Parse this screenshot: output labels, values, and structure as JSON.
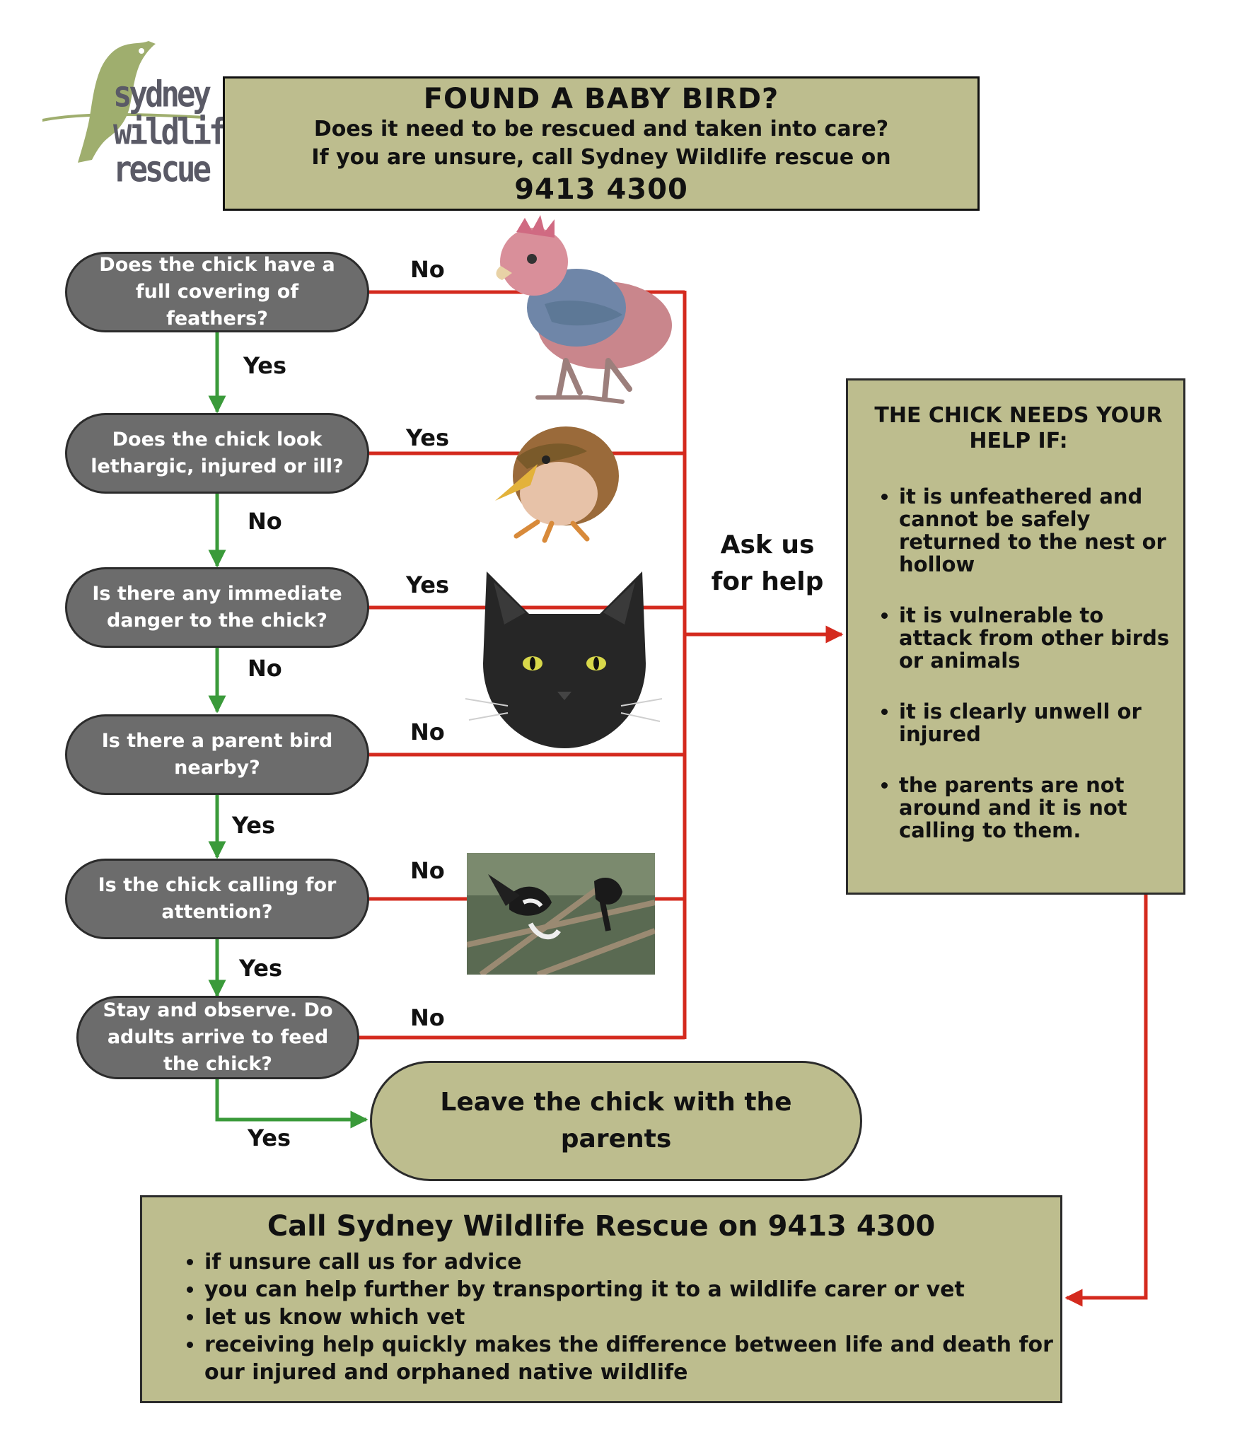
{
  "logo": {
    "text_line1": "sydney",
    "text_line2": "wildlife",
    "text_line3": "rescue",
    "bird_color": "#9fae6e"
  },
  "header": {
    "title": "FOUND A BABY BIRD?",
    "subtitle_line1": "Does it need to be rescued and taken into care?",
    "subtitle_line2": "If you are unsure, call Sydney Wildlife rescue on",
    "phone": "9413 4300"
  },
  "questions": [
    {
      "text": "Does the chick have a full covering of feathers?",
      "down_label": "Yes",
      "side_label": "No"
    },
    {
      "text": "Does the chick look lethargic, injured or ill?",
      "down_label": "No",
      "side_label": "Yes"
    },
    {
      "text": "Is there any immediate danger to the chick?",
      "down_label": "No",
      "side_label": "Yes"
    },
    {
      "text": "Is there a parent bird nearby?",
      "down_label": "Yes",
      "side_label": "No"
    },
    {
      "text": "Is the chick  calling for attention?",
      "down_label": "Yes",
      "side_label": "No"
    },
    {
      "text": "Stay and observe. Do adults arrive to feed the chick?",
      "down_label": "Yes",
      "side_label": "No"
    }
  ],
  "ask_label_line1": "Ask us",
  "ask_label_line2": "for help",
  "help_box": {
    "title_line1": "THE CHICK NEEDS YOUR",
    "title_line2": "HELP IF:",
    "items": [
      "it is unfeathered and cannot be safely returned to the nest or hollow",
      "it is vulnerable to attack from other birds or animals",
      "it is clearly unwell or injured",
      "the parents are not around and it is not calling to them."
    ]
  },
  "leave_box": {
    "text": "Leave the chick with the parents"
  },
  "call_box": {
    "title": "Call Sydney Wildlife Rescue on 9413 4300",
    "items": [
      "if unsure call us for advice",
      "you can help further by transporting it to a wildlife carer or vet",
      "let us know which vet",
      "receiving help quickly makes the difference between life and death for our injured and orphaned native wildlife"
    ]
  },
  "colors": {
    "no_path": "#d42a1e",
    "yes_path": "#3a9a3a",
    "question_fill": "#6c6c6c",
    "box_fill": "#bdbd8e"
  },
  "images": [
    "unfeathered-chick-photo",
    "fledgling-chick-photo",
    "black-cat-photo",
    "magpies-photo"
  ]
}
